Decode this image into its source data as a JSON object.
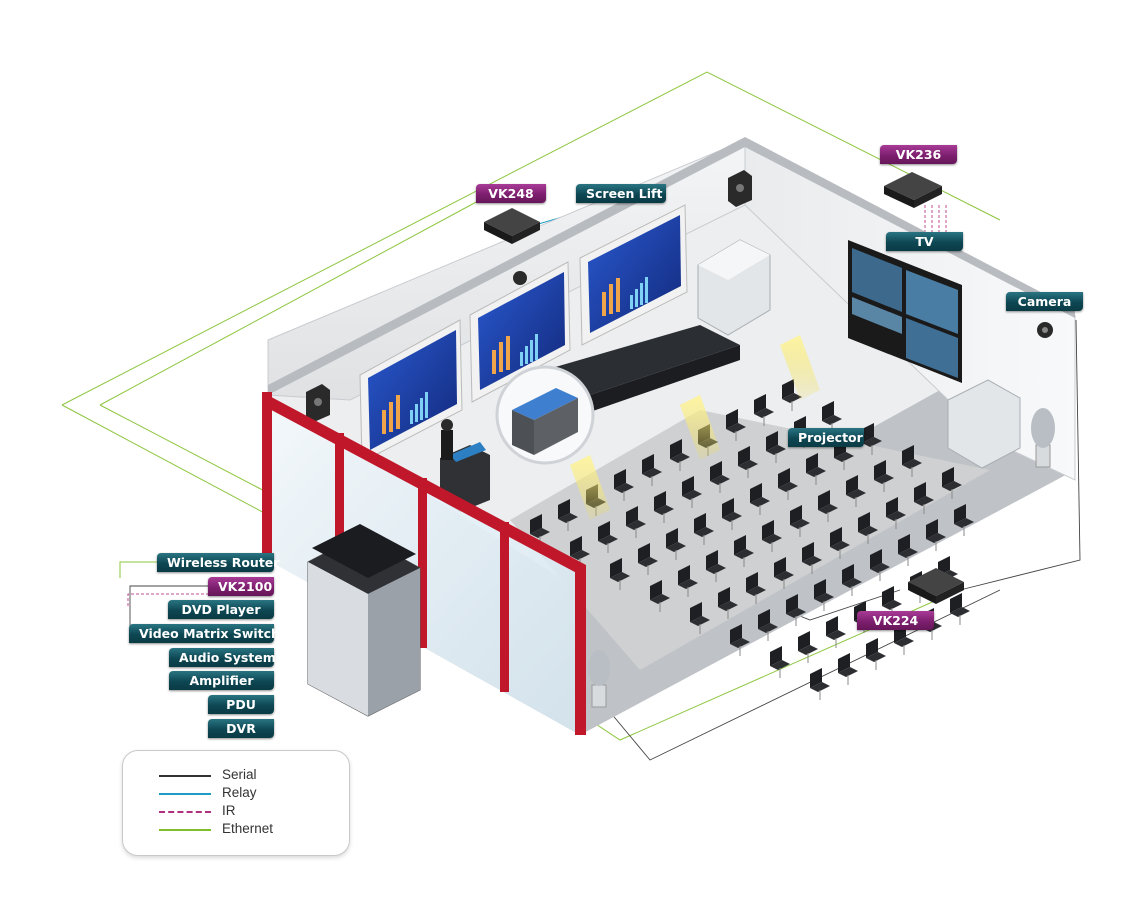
{
  "labels": {
    "vk248": "VK248",
    "screen_lift": "Screen Lift",
    "vk236": "VK236",
    "tv": "TV",
    "camera": "Camera",
    "projector": "Projector",
    "vk224": "VK224",
    "wireless_router": "Wireless Router",
    "vk2100": "VK2100",
    "dvd_player": "DVD Player",
    "video_matrix_switch": "Video Matrix Switch",
    "audio_system": "Audio System",
    "amplifier": "Amplifier",
    "pdu": "PDU",
    "dvr": "DVR"
  },
  "legend": {
    "items": [
      {
        "label": "Serial",
        "color": "#333333",
        "style": "solid"
      },
      {
        "label": "Relay",
        "color": "#1d9cc8",
        "style": "solid"
      },
      {
        "label": "IR",
        "color": "#b0307f",
        "style": "dashed"
      },
      {
        "label": "Ethernet",
        "color": "#7cbf2a",
        "style": "solid"
      }
    ]
  },
  "colors": {
    "teal_tag": "#0d4753",
    "purple_tag": "#7d1f6e",
    "frame_red": "#c0182a",
    "floor": "#d9d9d9",
    "screen_blue": "#1d3fa0",
    "ethernet": "#7cbf2a",
    "relay": "#1d9cc8",
    "ir": "#b0307f",
    "serial": "#333333"
  }
}
